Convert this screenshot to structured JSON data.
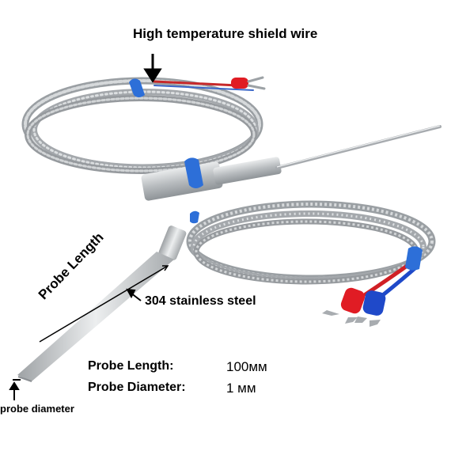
{
  "labels": {
    "shield_wire": "High temperature shield wire",
    "material": "304 stainless steel",
    "probe_length_diagonal": "Probe Length",
    "probe_diameter": "probe diameter"
  },
  "specs": [
    {
      "key": "Probe Length:",
      "value": "100мм"
    },
    {
      "key": "Probe Diameter:",
      "value": "1 мм"
    }
  ],
  "colors": {
    "cable": "#b8bcc0",
    "cable_dark": "#8d9296",
    "tie_blue": "#2d6fd8",
    "terminal_red": "#e01c24",
    "terminal_blue": "#1f49c9",
    "probe_steel": "#c9ccce"
  }
}
